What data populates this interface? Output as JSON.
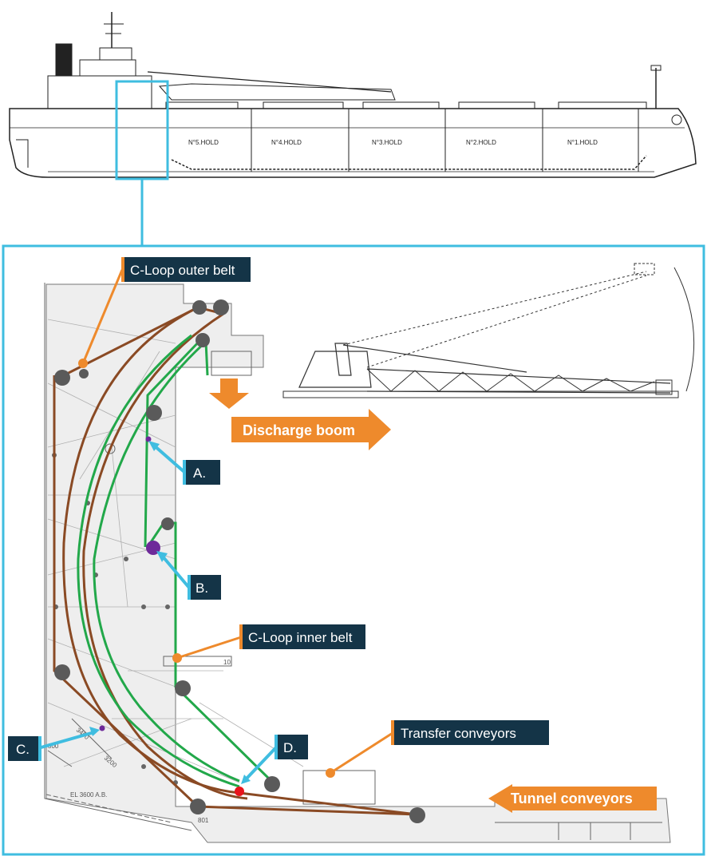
{
  "ship": {
    "holds": [
      "N°5.HOLD",
      "N°4.HOLD",
      "N°3.HOLD",
      "N°2.HOLD",
      "N°1.HOLD"
    ]
  },
  "labels": {
    "c_loop_outer": "C-Loop outer belt",
    "c_loop_inner": "C-Loop inner belt",
    "transfer": "Transfer conveyors",
    "discharge_boom": "Discharge boom",
    "tunnel_conveyors": "Tunnel conveyors",
    "point_a": "A.",
    "point_b": "B.",
    "point_c": "C.",
    "point_d": "D."
  },
  "drawing_marks": {
    "dim_1": "3400",
    "dim_2": "3200",
    "dim_3": "800",
    "elevation": "EL 3600 A.B.",
    "frame_1": "801",
    "frame_2": "10"
  },
  "colors": {
    "outer_belt": "#8a4a24",
    "inner_belt": "#22a84a",
    "frame": "#3fbde0",
    "label_dark": "#143447",
    "label_orange": "#ee8a2c",
    "marker_purple": "#6e2a9a",
    "marker_red": "#e8141c"
  }
}
